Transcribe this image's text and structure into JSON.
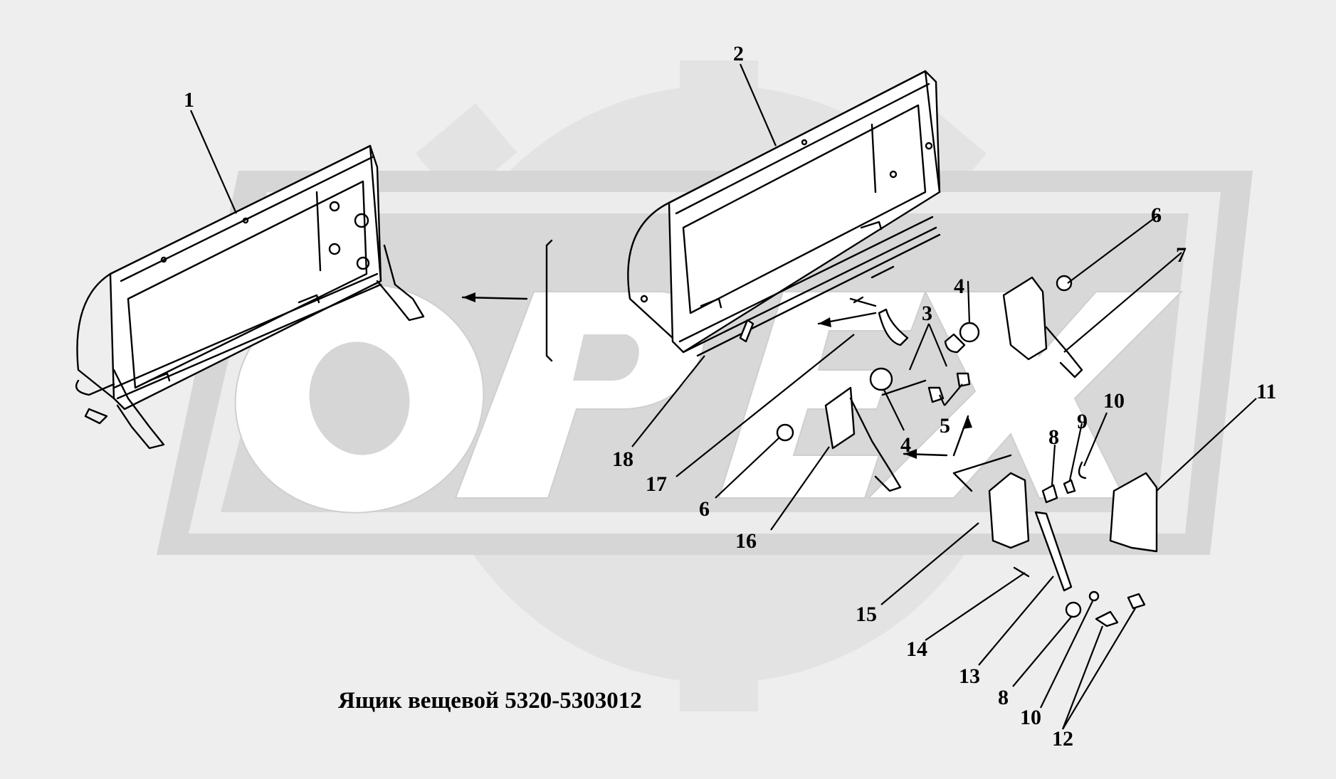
{
  "watermark": {
    "text": "OPEX",
    "color": "#d6d6d6"
  },
  "title": "Ящик вещевой 5320-5303012",
  "callouts": [
    {
      "id": "c1",
      "text": "1"
    },
    {
      "id": "c2",
      "text": "2"
    },
    {
      "id": "c3",
      "text": "3"
    },
    {
      "id": "c4a",
      "text": "4"
    },
    {
      "id": "c4b",
      "text": "4"
    },
    {
      "id": "c5",
      "text": "5"
    },
    {
      "id": "c6a",
      "text": "6"
    },
    {
      "id": "c6b",
      "text": "6"
    },
    {
      "id": "c7",
      "text": "7"
    },
    {
      "id": "c8a",
      "text": "8"
    },
    {
      "id": "c8b",
      "text": "8"
    },
    {
      "id": "c9",
      "text": "9"
    },
    {
      "id": "c10a",
      "text": "10"
    },
    {
      "id": "c10b",
      "text": "10"
    },
    {
      "id": "c11",
      "text": "11"
    },
    {
      "id": "c12",
      "text": "12"
    },
    {
      "id": "c13",
      "text": "13"
    },
    {
      "id": "c14",
      "text": "14"
    },
    {
      "id": "c15",
      "text": "15"
    },
    {
      "id": "c16",
      "text": "16"
    },
    {
      "id": "c17",
      "text": "17"
    },
    {
      "id": "c18",
      "text": "18"
    }
  ]
}
